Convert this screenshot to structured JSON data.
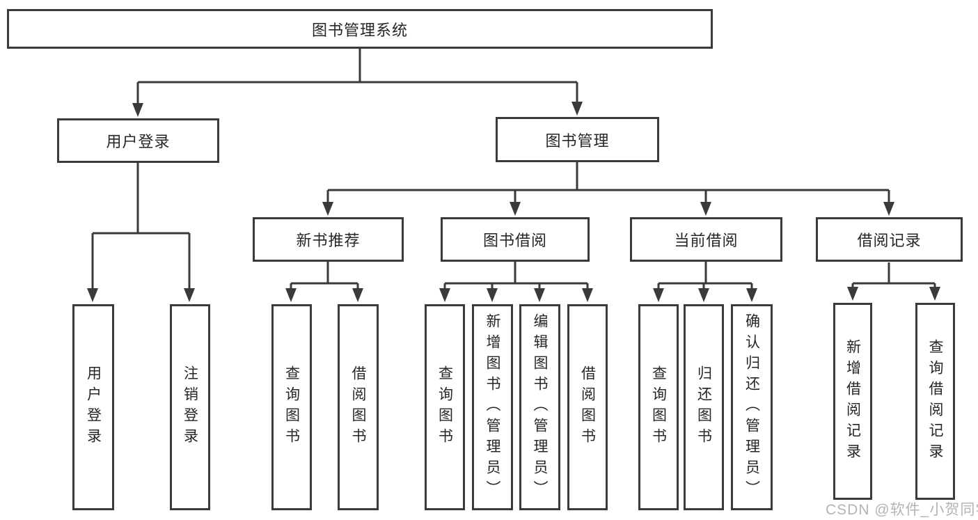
{
  "tree": {
    "root": {
      "label": "图书管理系统"
    },
    "branches": [
      {
        "label": "用户登录",
        "children": [
          {
            "label": "用户登录"
          },
          {
            "label": "注销登录"
          }
        ]
      },
      {
        "label": "图书管理",
        "children": [
          {
            "label": "新书推荐",
            "children": [
              {
                "label": "查询图书"
              },
              {
                "label": "借阅图书"
              }
            ]
          },
          {
            "label": "图书借阅",
            "children": [
              {
                "label": "查询图书"
              },
              {
                "label": "新增图书（管理员）"
              },
              {
                "label": "编辑图书（管理员）"
              },
              {
                "label": "借阅图书"
              }
            ]
          },
          {
            "label": "当前借阅",
            "children": [
              {
                "label": "查询图书"
              },
              {
                "label": "归还图书"
              },
              {
                "label": "确认归还（管理员）"
              }
            ]
          },
          {
            "label": "借阅记录",
            "children": [
              {
                "label": "新增借阅记录"
              },
              {
                "label": "查询借阅记录"
              }
            ]
          }
        ]
      }
    ]
  },
  "watermark": {
    "text": "CSDN @软件_小贺同学"
  },
  "colors": {
    "line": "#3a3a3a",
    "text": "#262626",
    "watermark": "#b4b4b4",
    "background": "#ffffff"
  }
}
